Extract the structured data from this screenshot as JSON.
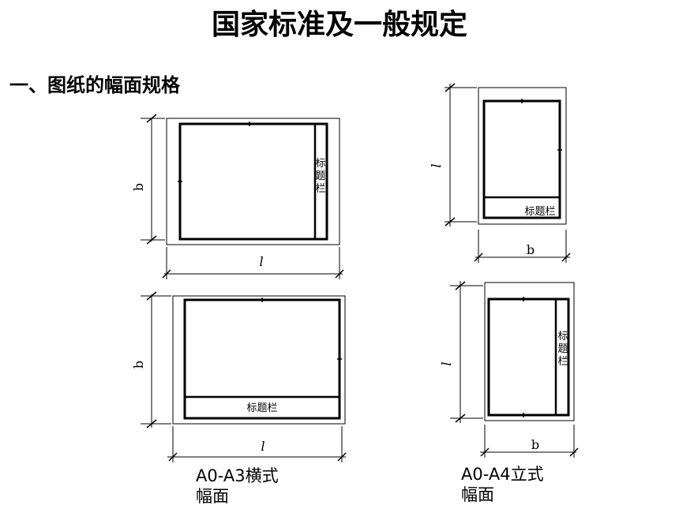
{
  "title": "国家标准及一般规定",
  "section_heading": "一、图纸的幅面规格",
  "labels": {
    "width_horizontal": "l",
    "height_horizontal": "b",
    "width_vertical": "b",
    "height_vertical": "l",
    "title_block": "标题栏",
    "tb_char_1": "标",
    "tb_char_2": "题",
    "tb_char_3": "栏"
  },
  "captions": {
    "horizontal_line1": "A0-A3横式",
    "horizontal_line2": "幅面",
    "vertical_line1": "A0-A4立式",
    "vertical_line2": "幅面"
  }
}
